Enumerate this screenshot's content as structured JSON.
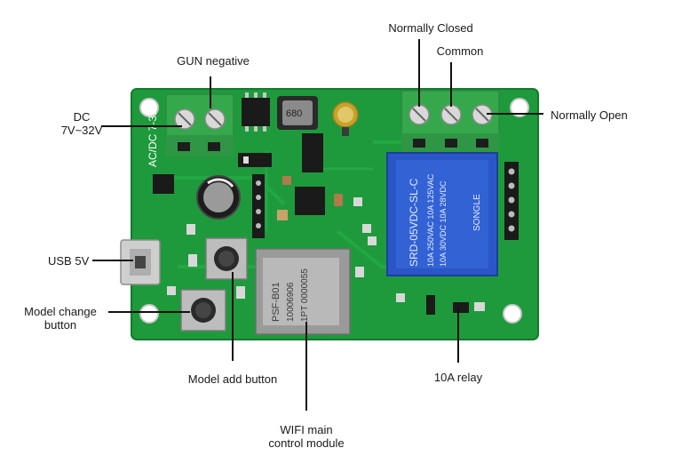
{
  "labels": {
    "gun_negative": "GUN negative",
    "dc_line1": "DC",
    "dc_line2": "7V~32V",
    "normally_closed": "Normally Closed",
    "common": "Common",
    "normally_open": "Normally Open",
    "usb_5v": "USB 5V",
    "model_change_line1": "Model change",
    "model_change_line2": "button",
    "model_add": "Model add button",
    "wifi_line1": "WIFI main",
    "wifi_line2": "control module",
    "relay_10a": "10A relay"
  },
  "board_markings": {
    "input_terminal": "AC/DC 7-32V",
    "relay_line1": "SRD-05VDC-SL-C",
    "relay_line2": "10A 250VAC  10A 125VAC",
    "relay_line3": "10A 30VDC  10A 28VDC",
    "relay_brand": "SONGLE",
    "module_line1": "PSF-B01",
    "module_line2": "10006906",
    "module_line3": "1PT 0000055",
    "inductor": "680"
  },
  "colors": {
    "pcb": "#1e9a3c",
    "pcb_dark": "#158031",
    "terminal": "#35a84c",
    "relay": "#2a56c8",
    "leader": "#111111"
  }
}
